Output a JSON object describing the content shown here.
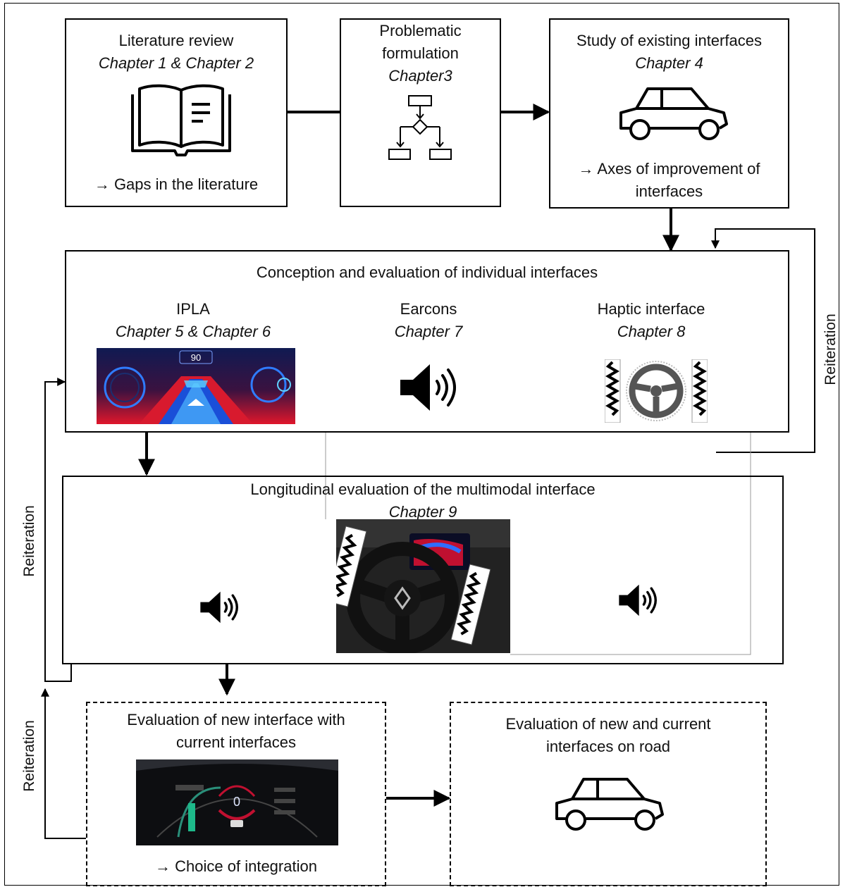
{
  "boxes": {
    "literature": {
      "title": "Literature review",
      "chapter": "Chapter 1 & Chapter 2",
      "outcome": "→ Gaps in the literature"
    },
    "problematic": {
      "title_line1": "Problematic",
      "title_line2": "formulation",
      "chapter": "Chapter3"
    },
    "existing": {
      "title": "Study of existing interfaces",
      "chapter": "Chapter 4",
      "outcome_line1": "→ Axes of improvement of",
      "outcome_line2": "interfaces"
    },
    "conception": {
      "title": "Conception and evaluation of individual interfaces",
      "ipla": {
        "title": "IPLA",
        "chapter": "Chapter 5 & Chapter 6",
        "speed": "90"
      },
      "earcons": {
        "title": "Earcons",
        "chapter": "Chapter 7"
      },
      "haptic": {
        "title": "Haptic interface",
        "chapter": "Chapter 8"
      }
    },
    "longitudinal": {
      "title": "Longitudinal evaluation of the multimodal interface",
      "chapter": "Chapter 9"
    },
    "new_with_current": {
      "title_line1": "Evaluation of new interface with",
      "title_line2": "current interfaces",
      "outcome": "→ Choice of integration",
      "speed": "0"
    },
    "on_road": {
      "title_line1": "Evaluation of new and current",
      "title_line2": "interfaces on road"
    }
  },
  "loops": {
    "right": "Reiteration",
    "left_top": "Reiteration",
    "left_bottom": "Reiteration"
  },
  "colors": {
    "line": "#000000",
    "ipla_red": "#e0162b",
    "ipla_blue": "#1a4fd8"
  }
}
